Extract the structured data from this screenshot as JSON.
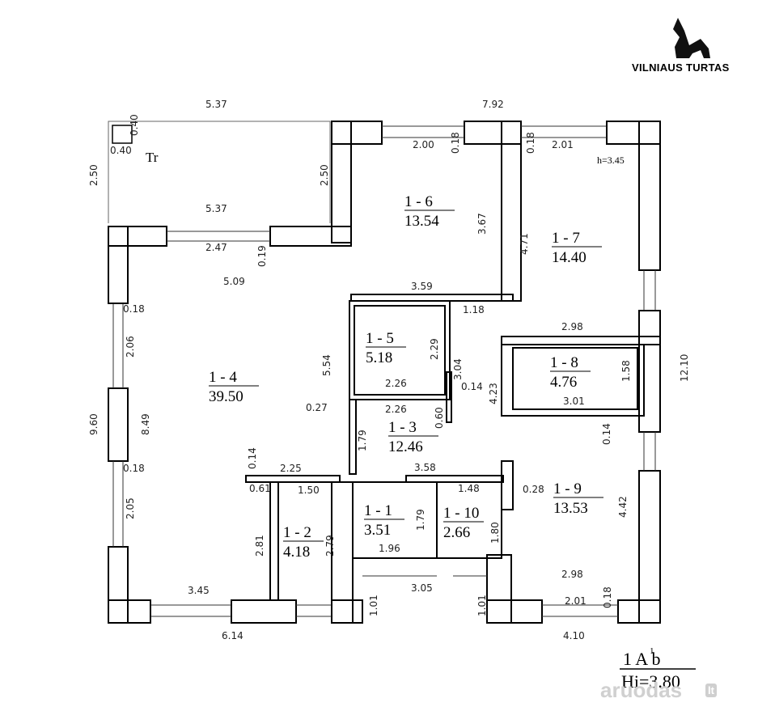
{
  "brand": {
    "name": "VILNIAUS TURTAS",
    "logo": "wolf-logo-icon"
  },
  "watermark": {
    "text": "aruodas",
    "suffix": "lt"
  },
  "terrace_label": "Tr",
  "ceiling_note": "h=3.45",
  "stamp": {
    "line1": "1 A b",
    "superscript": "1",
    "line2": "Hi=3.80"
  },
  "rooms": [
    {
      "id": "1 - 1",
      "area": "3.51"
    },
    {
      "id": "1 - 2",
      "area": "4.18"
    },
    {
      "id": "1 - 3",
      "area": "12.46"
    },
    {
      "id": "1 - 4",
      "area": "39.50"
    },
    {
      "id": "1 - 5",
      "area": "5.18"
    },
    {
      "id": "1 - 6",
      "area": "13.54"
    },
    {
      "id": "1 - 7",
      "area": "14.40"
    },
    {
      "id": "1 - 8",
      "area": "4.76"
    },
    {
      "id": "1 - 9",
      "area": "13.53"
    },
    {
      "id": "1 - 10",
      "area": "2.66"
    }
  ],
  "dimensions": [
    "5.37",
    "7.92",
    "0.40",
    "0.40",
    "2.50",
    "2.50",
    "2.00",
    "0.18",
    "0.18",
    "2.01",
    "5.37",
    "2.47",
    "0.19",
    "3.67",
    "4.71",
    "3.59",
    "1.18",
    "5.09",
    "0.18",
    "2.06",
    "2.29",
    "3.04",
    "2.98",
    "5.54",
    "2.26",
    "0.14",
    "4.23",
    "1.58",
    "12.10",
    "0.27",
    "2.26",
    "0.60",
    "3.01",
    "9.60",
    "8.49",
    "1.79",
    "0.14",
    "0.14",
    "2.25",
    "3.58",
    "0.18",
    "0.61",
    "1.50",
    "1.48",
    "0.28",
    "1.79",
    "4.42",
    "2.05",
    "2.79",
    "2.81",
    "1.80",
    "1.96",
    "3.45",
    "3.05",
    "2.98",
    "1.01",
    "1.01",
    "2.01",
    "0.18",
    "6.14",
    "4.10"
  ]
}
